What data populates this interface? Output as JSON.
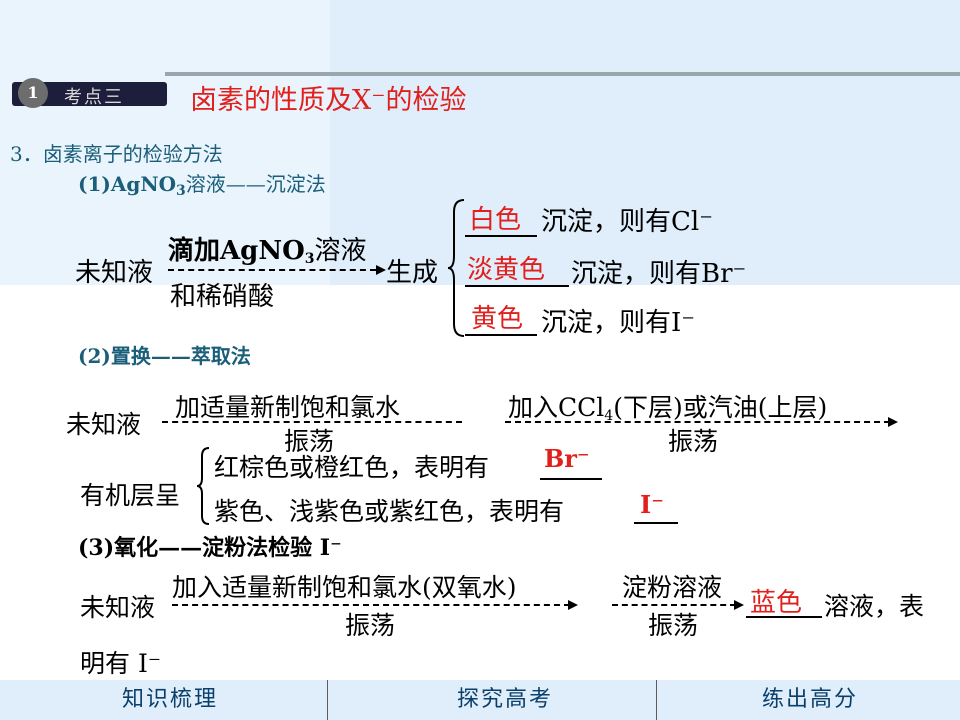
{
  "header": {
    "badge_number": "1",
    "badge_label": "考点三",
    "title": "卤素的性质及X⁻的检验"
  },
  "section": {
    "heading": "3．卤素离子的检验方法",
    "method1_label_prefix": "(1)AgNO",
    "method1_label_sub": "3",
    "method1_label_suffix": "溶液——沉淀法",
    "method2_label": "(2)置换——萃取法",
    "method3_label": "(3)氧化——淀粉法检验 I⁻"
  },
  "method1": {
    "start": "未知液",
    "arrow_top_prefix": "滴加AgNO",
    "arrow_top_sub": "3",
    "arrow_top_suffix": "溶液",
    "arrow_bottom": "和稀硝酸",
    "result": "生成",
    "branches": [
      {
        "blank": "白色",
        "text": "沉淀，则有Cl⁻"
      },
      {
        "blank": "淡黄色",
        "text": "沉淀，则有Br⁻"
      },
      {
        "blank": "黄色",
        "text": "沉淀，则有I⁻"
      }
    ]
  },
  "method2": {
    "start": "未知液",
    "arrow1_top": "加适量新制饱和氯水",
    "arrow1_bottom": "振荡",
    "arrow2_top_prefix": "加入CCl",
    "arrow2_top_sub": "4",
    "arrow2_top_suffix": "(下层)或汽油(上层)",
    "arrow2_bottom": "振荡",
    "result_label": "有机层呈",
    "outcome1_text": "红棕色或橙红色，表明有",
    "outcome1_blank": "Br⁻",
    "outcome2_text": "紫色、浅紫色或紫红色，表明有",
    "outcome2_blank": "I⁻"
  },
  "method3": {
    "start": "未知液",
    "arrow1_top": "加入适量新制饱和氯水(双氧水)",
    "arrow1_bottom": "振荡",
    "arrow2_top": "淀粉溶液",
    "arrow2_bottom": "振荡",
    "blank": "蓝色",
    "text_after": "溶液，表",
    "line2": "明有 I⁻"
  },
  "nav": {
    "items": [
      "知识梳理",
      "探究高考",
      "练出高分"
    ]
  },
  "colors": {
    "background_block": "#dfeefa",
    "heading_teal": "#1a5e7a",
    "answer_red": "#e0201c",
    "nav_text": "#0b3f6b"
  }
}
